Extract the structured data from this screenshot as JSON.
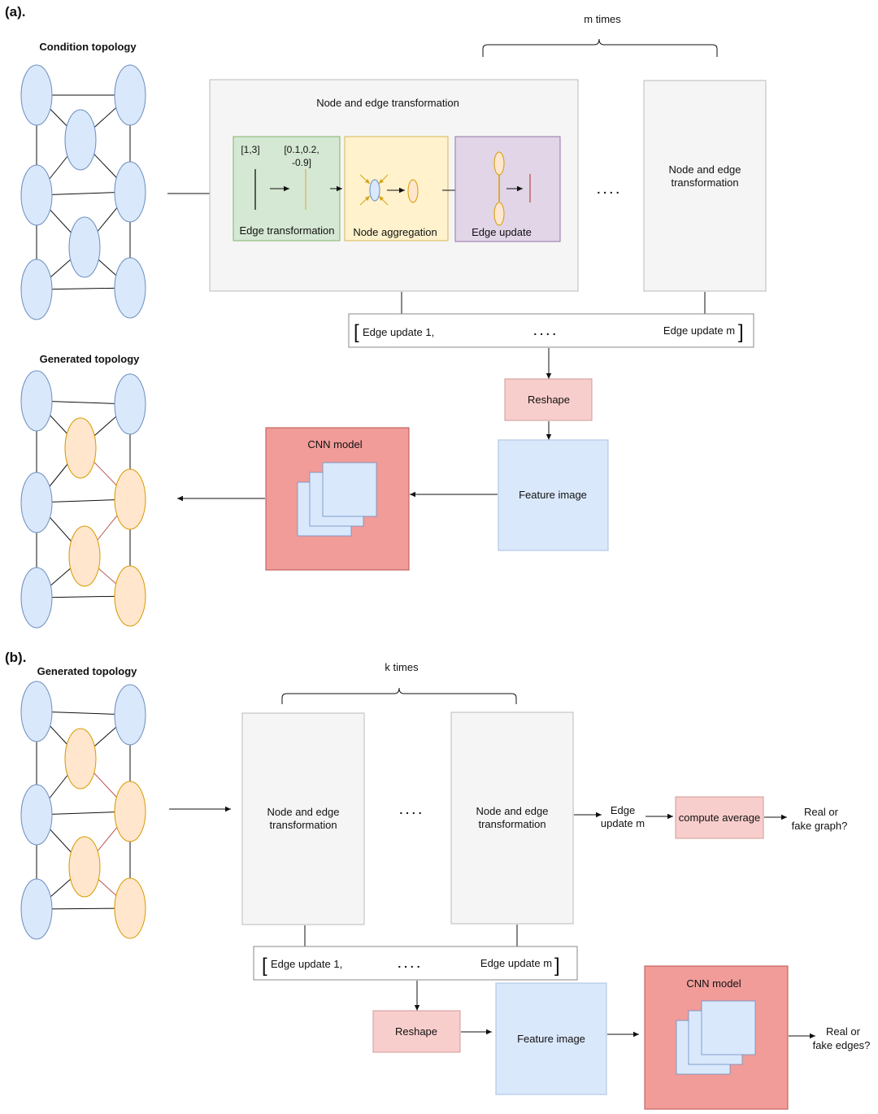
{
  "part_a": {
    "label": "(a).",
    "condition_title": "Condition topology",
    "generated_title": "Generated topology",
    "m_times": "m times",
    "transform_panel_title": "Node and edge transformation",
    "edge_transform": {
      "label": "Edge transformation",
      "vec1": "[1,3]",
      "vec2_line1": "[0.1,0.2,",
      "vec2_line2": "-0.9]"
    },
    "node_aggregation": "Node aggregation",
    "edge_update": "Edge update",
    "ellipsis": ". . . .",
    "transform_box_line1": "Node and edge",
    "transform_box_line2": "transformation",
    "updates_first": "Edge update 1,",
    "updates_dots": ". . . .",
    "updates_last": "Edge update m",
    "reshape": "Reshape",
    "feature_image": "Feature image",
    "cnn_model": "CNN model"
  },
  "part_b": {
    "label": "(b).",
    "generated_title": "Generated topology",
    "k_times": "k times",
    "transform_box_line1": "Node and edge",
    "transform_box_line2": "transformation",
    "ellipsis": ". . . .",
    "edge_update_line1": "Edge",
    "edge_update_line2": "update m",
    "compute_average": "compute average",
    "real_graph_line1": "Real or",
    "real_graph_line2": "fake graph?",
    "updates_first": "Edge update 1,",
    "updates_dots": ". . . .",
    "updates_last": "Edge update m",
    "reshape": "Reshape",
    "feature_image": "Feature image",
    "cnn_model": "CNN model",
    "real_edges_line1": "Real or",
    "real_edges_line2": "fake edges?"
  },
  "colors": {
    "node_blue": "#dae8fc",
    "node_blue_stroke": "#6c8ebf",
    "node_orange": "#ffe6cc",
    "node_orange_stroke": "#d79b00",
    "panel_gray": "#f5f5f5",
    "panel_gray_stroke": "#bbbbbb",
    "green": "#d5e8d4",
    "green_stroke": "#82b366",
    "yellow": "#fff2cc",
    "yellow_stroke": "#d6b656",
    "purple": "#e1d5e7",
    "purple_stroke": "#9673a6",
    "reshape": "#f8cecc",
    "reshape_stroke": "#d09a98",
    "cnn": "#f19c99",
    "cnn_stroke": "#b85450"
  }
}
